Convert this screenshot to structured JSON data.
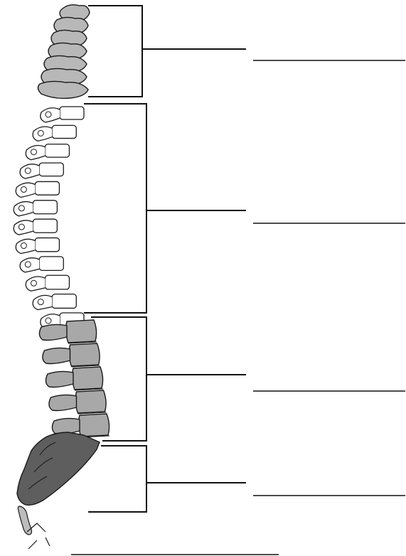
{
  "diagram": {
    "colors": {
      "cervical": "#b8b8b8",
      "thoracic": "#ffffff",
      "lumbar": "#a8a8a8",
      "sacrum": "#5e5e5e",
      "coccyx": "#bdbdbd",
      "outline": "#1a1a1a",
      "line": "#111111"
    },
    "regions": [
      {
        "id": "cervical",
        "vertebra_count": 7
      },
      {
        "id": "thoracic",
        "vertebra_count": 12
      },
      {
        "id": "lumbar",
        "vertebra_count": 5
      },
      {
        "id": "sacrum",
        "vertebra_count": 1
      }
    ],
    "answer_blanks": [
      {
        "id": "blank-cervical",
        "text": ""
      },
      {
        "id": "blank-thoracic",
        "text": ""
      },
      {
        "id": "blank-lumbar",
        "text": ""
      },
      {
        "id": "blank-sacrum",
        "text": ""
      },
      {
        "id": "blank-coccyx",
        "text": ""
      }
    ]
  }
}
